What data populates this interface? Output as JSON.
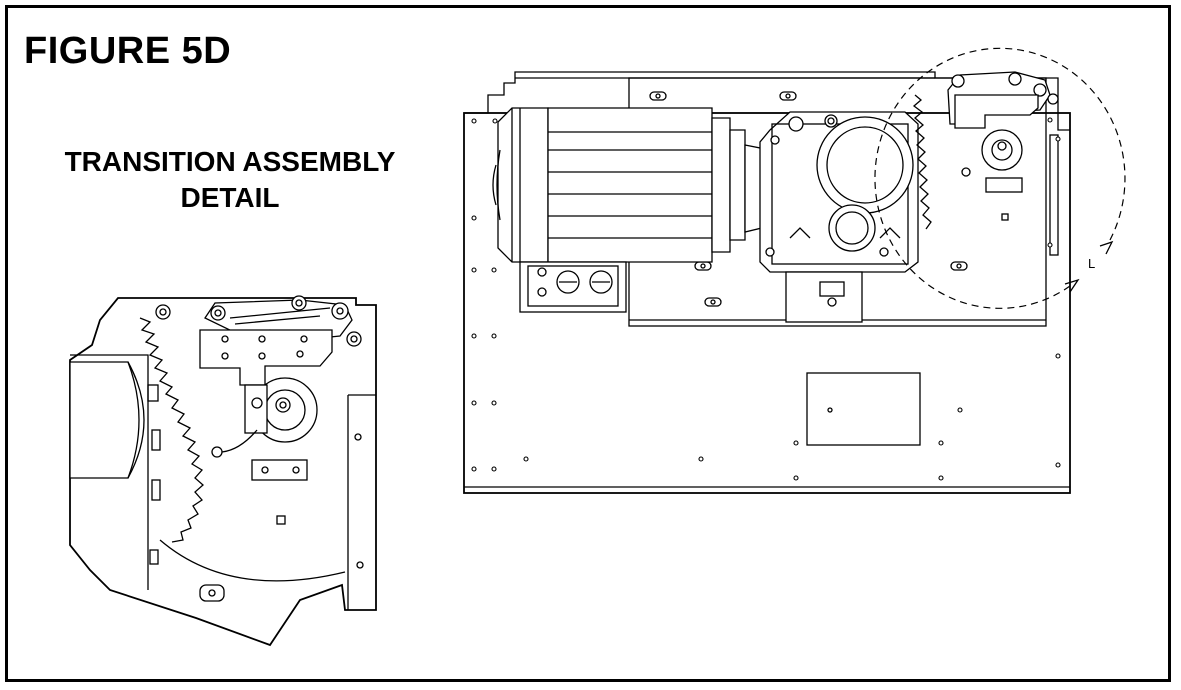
{
  "figure": {
    "title": "FIGURE 5D",
    "subtitle_line1": "TRANSITION ASSEMBLY",
    "subtitle_line2": "DETAIL",
    "rotation_label": "L"
  }
}
